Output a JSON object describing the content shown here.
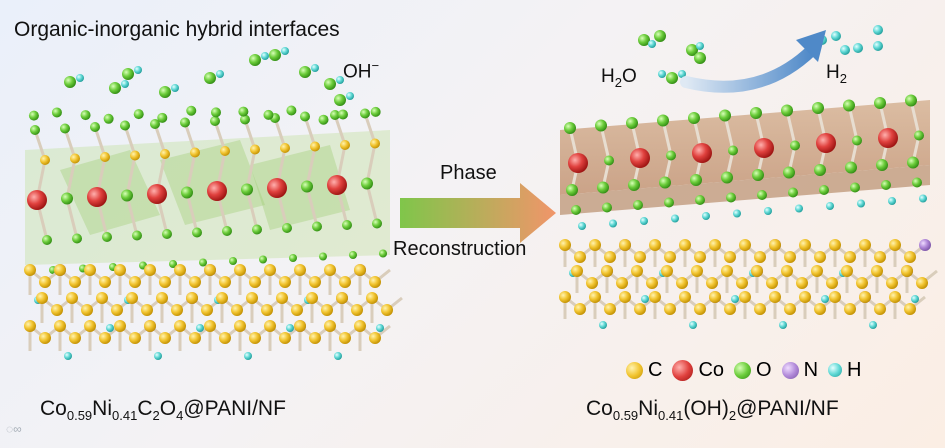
{
  "title": "Organic-inorganic hybrid interfaces",
  "ion_label": {
    "base": "OH",
    "charge": "−"
  },
  "h2o_label": {
    "base": "H",
    "sub": "2",
    "rest": "O"
  },
  "h2_label": {
    "base": "H",
    "sub": "2"
  },
  "arrow_top_label": "Phase",
  "arrow_bottom_label": "Reconstruction",
  "left_formula": {
    "parts": [
      "Co",
      "0.59",
      "Ni",
      "0.41",
      "C",
      "2",
      "O",
      "4",
      "@PANI/NF"
    ]
  },
  "right_formula": {
    "parts": [
      "Co",
      "0.59",
      "Ni",
      "0.41",
      "(OH)",
      "2",
      "@PANI/NF"
    ]
  },
  "legend": [
    {
      "symbol": "C",
      "color": "#f2c531"
    },
    {
      "symbol": "Co",
      "color": "#e0413e"
    },
    {
      "symbol": "O",
      "color": "#6ccd3b"
    },
    {
      "symbol": "N",
      "color": "#b28ad9"
    },
    {
      "symbol": "H",
      "color": "#5fd8d5"
    }
  ],
  "colors": {
    "arrow_start": "#7fc64a",
    "arrow_end": "#f1956a",
    "curve_arrow": "#4f89c8"
  }
}
